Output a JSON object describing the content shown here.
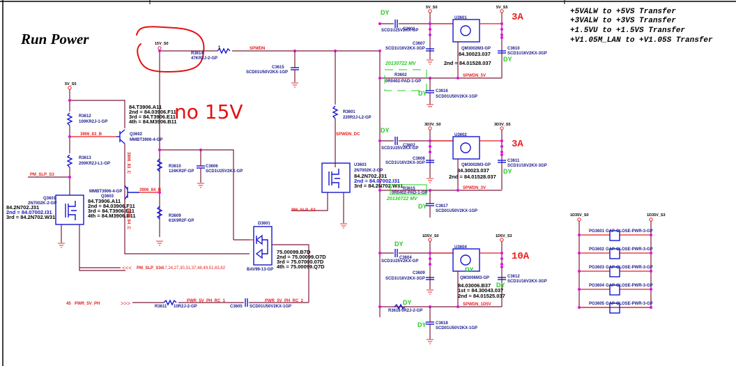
{
  "title": "Run Power",
  "handwritten_note": "no 15V",
  "transfer_notes": [
    "+5VALW to +5VS Transfer",
    "+3VALW to +3VS Transfer",
    "+1.5VU to +1.5VS Transfer",
    "+V1.05M_LAN to +V1.05S Transfer"
  ],
  "rails": {
    "r15v_s0": "15V_S0",
    "r5v_s5": "5V_S5",
    "r5v_s0": "5V_S0",
    "r5v_s5_b": "5V_S5",
    "r3d3v_s0": "3D3V_S0",
    "r3d3v_s5": "3D3V_S5",
    "r1d5v_s0": "1D5V_S0",
    "r1d5v_s3": "1D5V_S3",
    "r1d35v_s0": "1D35V_S0",
    "r1d35v_s3": "1D35V_S3"
  },
  "nets": {
    "spwdn": "SPWDN",
    "spwdn_dc": "SPWDN_DC",
    "spwdn_5v": "SPWDN_5V",
    "spwdn_3v": "SPWDN_3V",
    "spwdn_1d5v": "SPWDN_1D5V",
    "n3906_83_b": "3906_83_B",
    "n3906_84_b": "3906_84_B",
    "n3906_83_c": "3906_83_C",
    "n3906_84_c": "3906_84_C",
    "pm_slp_s3_a": "PM_SLP_S3",
    "pm_slp_s3_b": "PM_SLP_S3",
    "pm_slp_s3n": "PM_SLP_S3#",
    "pm_slp_s3n_pages": "17,24,27,30,31,37,48,49,51,63,82",
    "pwr_5v_ph_page": "45",
    "pwr_5v_ph": "PWR_5V_PH",
    "pwr_5v_ph_rc_1": "PWR_5V_PH_RC_1",
    "pwr_5v_ph_rc_2": "PWR_5V_PH_RC_2"
  },
  "components": {
    "r3614": {
      "ref": "R3614",
      "value": "47KR2J-2-GP"
    },
    "c3615": {
      "ref": "C3615",
      "value": "SCD01U50V2KX-1GP"
    },
    "r3601": {
      "ref": "R3601",
      "value": "220R2J-L2-GP"
    },
    "r3612": {
      "ref": "R3612",
      "value": "100KR2J-1-GP"
    },
    "r3613": {
      "ref": "R3613",
      "value": "200KR2J-L1-GP"
    },
    "r3610": {
      "ref": "R3610",
      "value": "124KR2F-GP"
    },
    "c3606": {
      "ref": "C3606",
      "value": "SCD1U25V2KX-GP"
    },
    "r3609": {
      "ref": "R3609",
      "value": "61K9R2F-GP"
    },
    "q3602": {
      "ref": "Q3602",
      "value": "MMBT3906-4-GP",
      "alts": [
        "84.T3906.A11",
        "2nd = 84.03906.F11",
        "3rd = 84.T3906.E11",
        "4th = 84.M3906.B11"
      ]
    },
    "q3603": {
      "ref": "Q3603",
      "value": "MMBT3906-4-GP",
      "alts": [
        "84.T3906.A11",
        "2nd = 84.03906.F11",
        "3rd = 84.T3906.E11",
        "4th = 84.M3906.B11"
      ]
    },
    "q3601": {
      "ref": "Q3601",
      "value": "2N7002K-2-GP",
      "alts": [
        "84.2N702.J31",
        "2nd = 84.07002.I31",
        "3rd = 84.2N702.W31"
      ]
    },
    "u3603": {
      "ref": "U3603",
      "value": "2N7002K-2-GP",
      "alts": [
        "84.2N702.J31",
        "2nd = 84.07002.I31",
        "3rd = 84.2N702.W31"
      ]
    },
    "d3601": {
      "ref": "D3601",
      "value": "BAV99-13-GP",
      "alts": [
        "75.00099.B7D",
        "2nd = 75.00099.O7D",
        "3rd = 75.07000.07D",
        "4th = 75.00099.Q7D"
      ]
    },
    "r3611": {
      "ref": "R3611",
      "value": "10R2J-2-GP"
    },
    "c3605": {
      "ref": "C3605",
      "value": "SCD01U50V2KX-1GP"
    },
    "c3601": {
      "ref": "C3601",
      "value": "SCD1U25V2KX-GP"
    },
    "c3607": {
      "ref": "C3607",
      "value": "SCD1U16V2KX-3GP"
    },
    "u3601": {
      "ref": "U3601",
      "value": "QM3002M3-GP",
      "alts": [
        "84.30023.037",
        "2nd = 84.01528.037"
      ]
    },
    "c3610": {
      "ref": "C3610",
      "value": "SCD1U16V2KX-3GP"
    },
    "r3602": {
      "ref": "R3602",
      "value": "0R0402-PAD-1-GP"
    },
    "c3616": {
      "ref": "C3616",
      "value": "SCD01U50V2KX-1GP"
    },
    "c3602": {
      "ref": "C3602",
      "value": "SCD1U25V2KX-GP"
    },
    "c3608": {
      "ref": "C3608",
      "value": "SCD1U16V2KX-3GP"
    },
    "u3602": {
      "ref": "U3602",
      "value": "QM3002M3-GP",
      "alts": [
        "84.30023.037",
        "2nd = 84.01528.037"
      ]
    },
    "c3611": {
      "ref": "C3611",
      "value": "SCD1U16V2KX-3GP"
    },
    "r3615": {
      "ref": "R3615",
      "value": "0R0402-PAD-1-GP"
    },
    "c3617": {
      "ref": "C3617",
      "value": "SCD01U50V2KX-1GP"
    },
    "c3604": {
      "ref": "C3604",
      "value": "SCD1U25V2KX-GP"
    },
    "c3609": {
      "ref": "C3609",
      "value": "SCD1U16V2KX-3GP"
    },
    "u3604": {
      "ref": "U3604",
      "value": "QM3006M3-GP",
      "alts": [
        "84.03006.B37",
        "1st = 84.30043.037",
        "2nd = 84.01525.037"
      ]
    },
    "c3612": {
      "ref": "C3612",
      "value": "SCD1U16V2KX-3GP"
    },
    "r3616": {
      "ref": "R3616",
      "value": "0R2J-2-GP"
    },
    "c3618": {
      "ref": "C3618",
      "value": "SCD01U50V2KX-1GP"
    },
    "pg": [
      {
        "ref": "PG3601",
        "value": "GAP-CLOSE-PWR-3-GP"
      },
      {
        "ref": "PG3602",
        "value": "GAP-CLOSE-PWR-3-GP"
      },
      {
        "ref": "PG3603",
        "value": "GAP-CLOSE-PWR-3-GP"
      },
      {
        "ref": "PG3604",
        "value": "GAP-CLOSE-PWR-3-GP"
      },
      {
        "ref": "PG3605",
        "value": "GAP-CLOSE-PWR-3-GP"
      }
    ]
  },
  "current_ratings": {
    "u3601": "3A",
    "u3602": "3A",
    "u3604": "10A"
  },
  "dy_label": "DY",
  "mv_labels": {
    "a": "20130722 MV",
    "b": "20130722 MV"
  }
}
